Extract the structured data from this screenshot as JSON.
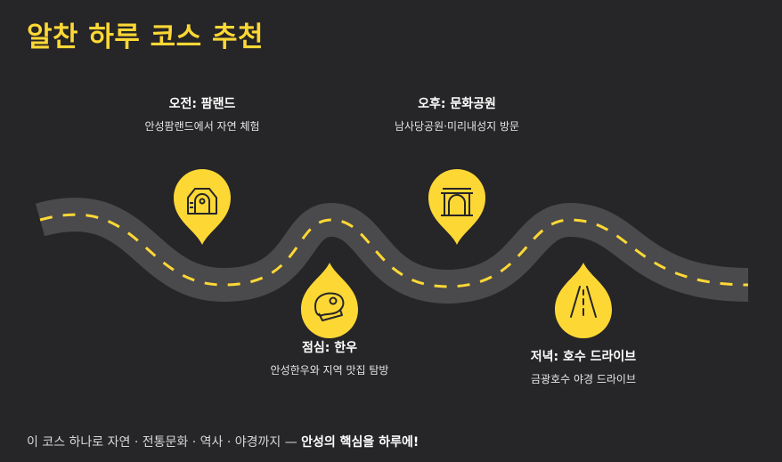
{
  "title": "알찬 하루 코스 추천",
  "stops": [
    {
      "name": "오전: 팜랜드",
      "desc": "안성팜랜드에서 자연 체험",
      "icon": "barn-icon"
    },
    {
      "name": "점심: 한우",
      "desc": "안성한우와 지역 맛집 탐방",
      "icon": "steak-icon"
    },
    {
      "name": "오후: 문화공원",
      "desc": "남사당공원·미리내성지 방문",
      "icon": "arch-gate-icon"
    },
    {
      "name": "저녁: 호수 드라이브",
      "desc": "금광호수 야경 드라이브",
      "icon": "road-icon"
    }
  ],
  "footer": {
    "text": "이 코스 하나로 자연 · 전통문화 · 역사 · 야경까지 —",
    "highlight": "안성의 핵심을 하루에!"
  },
  "colors": {
    "background": "#262527",
    "accent": "#fdd835",
    "road": "#4a494b"
  }
}
